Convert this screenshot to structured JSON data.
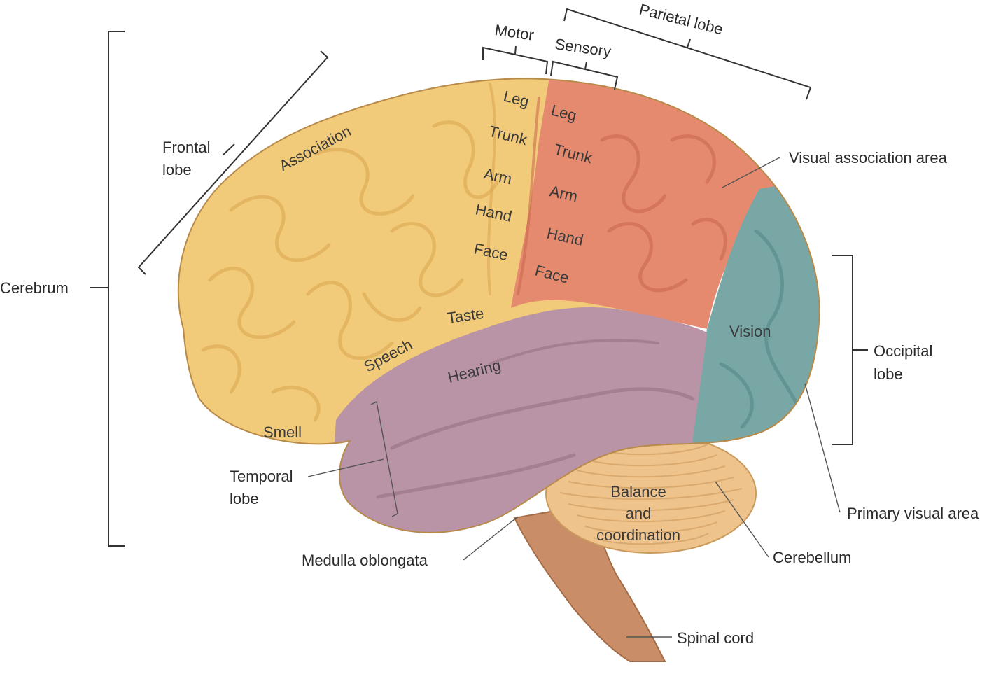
{
  "colors": {
    "frontal": "#f2cb7a",
    "frontal_dark": "#d9a64f",
    "parietal": "#e58a6e",
    "parietal_dark": "#c9654b",
    "temporal": "#b993a6",
    "temporal_dark": "#94707f",
    "occipital": "#79a7a6",
    "occipital_dark": "#4f8583",
    "cerebellum": "#efc38c",
    "cerebellum_dark": "#c99a5c",
    "brainstem": "#c98e67",
    "brainstem_dark": "#a36c48"
  },
  "labels": {
    "cerebrum": "Cerebrum",
    "frontal_lobe": [
      "Frontal",
      "lobe"
    ],
    "motor": "Motor",
    "sensory": "Sensory",
    "parietal_lobe": "Parietal lobe",
    "visual_association_area": "Visual association area",
    "occipital_lobe": [
      "Occipital",
      "lobe"
    ],
    "primary_visual_area": "Primary visual area",
    "cerebellum": "Cerebellum",
    "spinal_cord": "Spinal cord",
    "medulla_oblongata": "Medulla oblongata",
    "temporal_lobe": [
      "Temporal",
      "lobe"
    ]
  },
  "regions": {
    "association": "Association",
    "motor_leg": "Leg",
    "motor_trunk": "Trunk",
    "motor_arm": "Arm",
    "motor_hand": "Hand",
    "motor_face": "Face",
    "sensory_leg": "Leg",
    "sensory_trunk": "Trunk",
    "sensory_arm": "Arm",
    "sensory_hand": "Hand",
    "sensory_face": "Face",
    "taste": "Taste",
    "speech": "Speech",
    "hearing": "Hearing",
    "smell": "Smell",
    "vision": "Vision",
    "balance": [
      "Balance",
      "and",
      "coordination"
    ]
  }
}
